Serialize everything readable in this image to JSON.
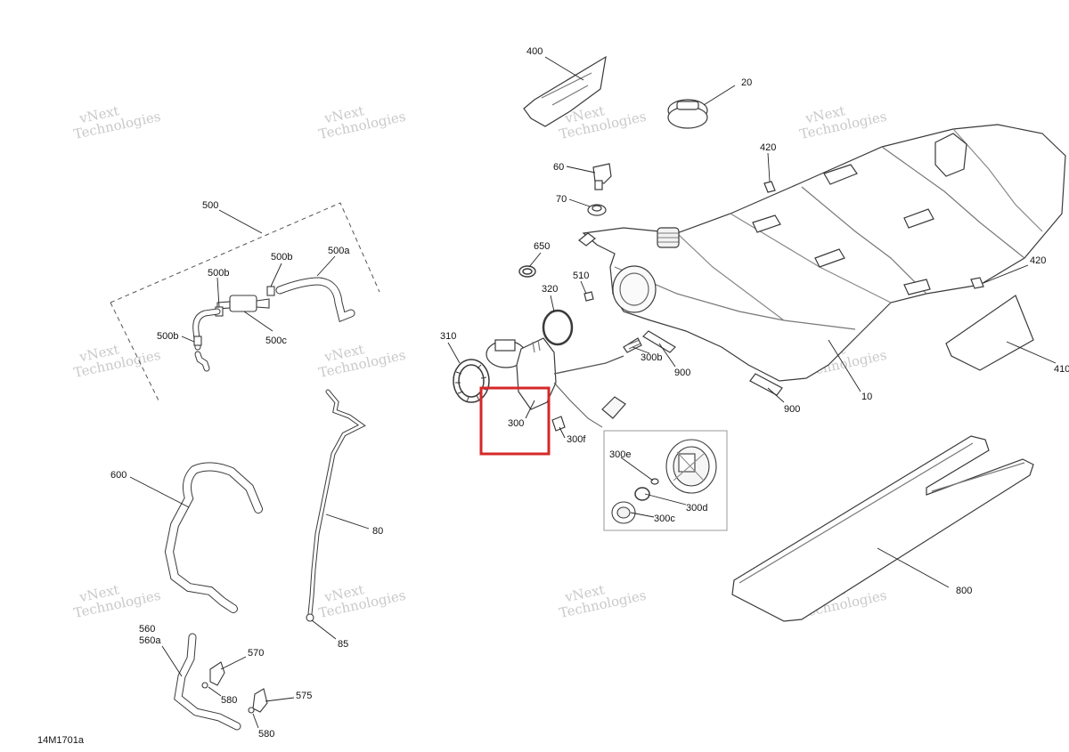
{
  "diagram_code": "14M1701a",
  "watermark": {
    "line1": "vNext",
    "line2": "Technologies",
    "combined": "vNext Technologies"
  },
  "highlight": {
    "part": "300",
    "color": "#d62828"
  },
  "callouts": {
    "400": "400",
    "20": "20",
    "60": "60",
    "70": "70",
    "420a": "420",
    "420b": "420",
    "650": "650",
    "510": "510",
    "320": "320",
    "310": "310",
    "300": "300",
    "300b": "300b",
    "900a": "900",
    "900b": "900",
    "10": "10",
    "410": "410",
    "300f": "300f",
    "300e": "300e",
    "300d": "300d",
    "300c": "300c",
    "800": "800",
    "500": "500",
    "500a": "500a",
    "500b_top": "500b",
    "500b_mid": "500b",
    "500b_left": "500b",
    "500c": "500c",
    "600": "600",
    "80": "80",
    "85": "85",
    "560": "560",
    "560a": "560a",
    "570": "570",
    "575": "575",
    "580a": "580",
    "580b": "580"
  }
}
